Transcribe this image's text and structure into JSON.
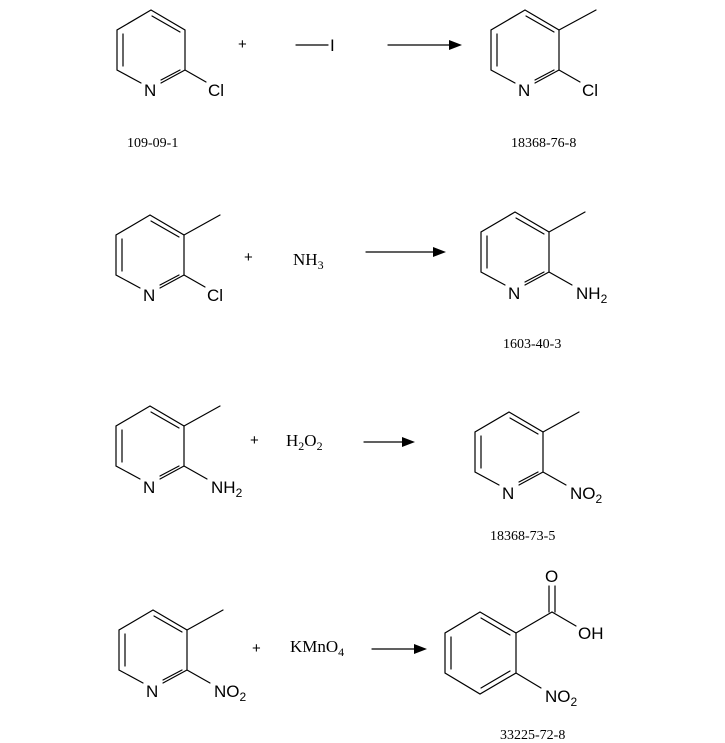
{
  "reactions": [
    {
      "reactant1_atoms": {
        "n": "N",
        "sub": "Cl"
      },
      "plus": "+",
      "reagent_atom": "I",
      "product_atoms": {
        "n": "N",
        "sub": "Cl"
      },
      "reactant_cas": "109-09-1",
      "product_cas": "18368-76-8"
    },
    {
      "reactant1_atoms": {
        "n": "N",
        "sub": "Cl"
      },
      "plus": "+",
      "reagent": {
        "base": "NH",
        "sub": "3"
      },
      "product_atoms": {
        "n": "N",
        "sub_base": "NH",
        "sub_sub": "2"
      },
      "product_cas": "1603-40-3"
    },
    {
      "reactant1_atoms": {
        "n": "N",
        "sub_base": "NH",
        "sub_sub": "2"
      },
      "plus": "+",
      "reagent": {
        "base1": "H",
        "sub1": "2",
        "base2": "O",
        "sub2": "2"
      },
      "product_atoms": {
        "n": "N",
        "sub_base": "NO",
        "sub_sub": "2"
      },
      "product_cas": "18368-73-5"
    },
    {
      "reactant1_atoms": {
        "n": "N",
        "sub_base": "NO",
        "sub_sub": "2"
      },
      "plus": "+",
      "reagent": {
        "base": "KMnO",
        "sub": "4"
      },
      "product_atoms": {
        "o": "O",
        "oh": "OH",
        "sub_base": "NO",
        "sub_sub": "2"
      },
      "product_cas": "33225-72-8"
    }
  ]
}
